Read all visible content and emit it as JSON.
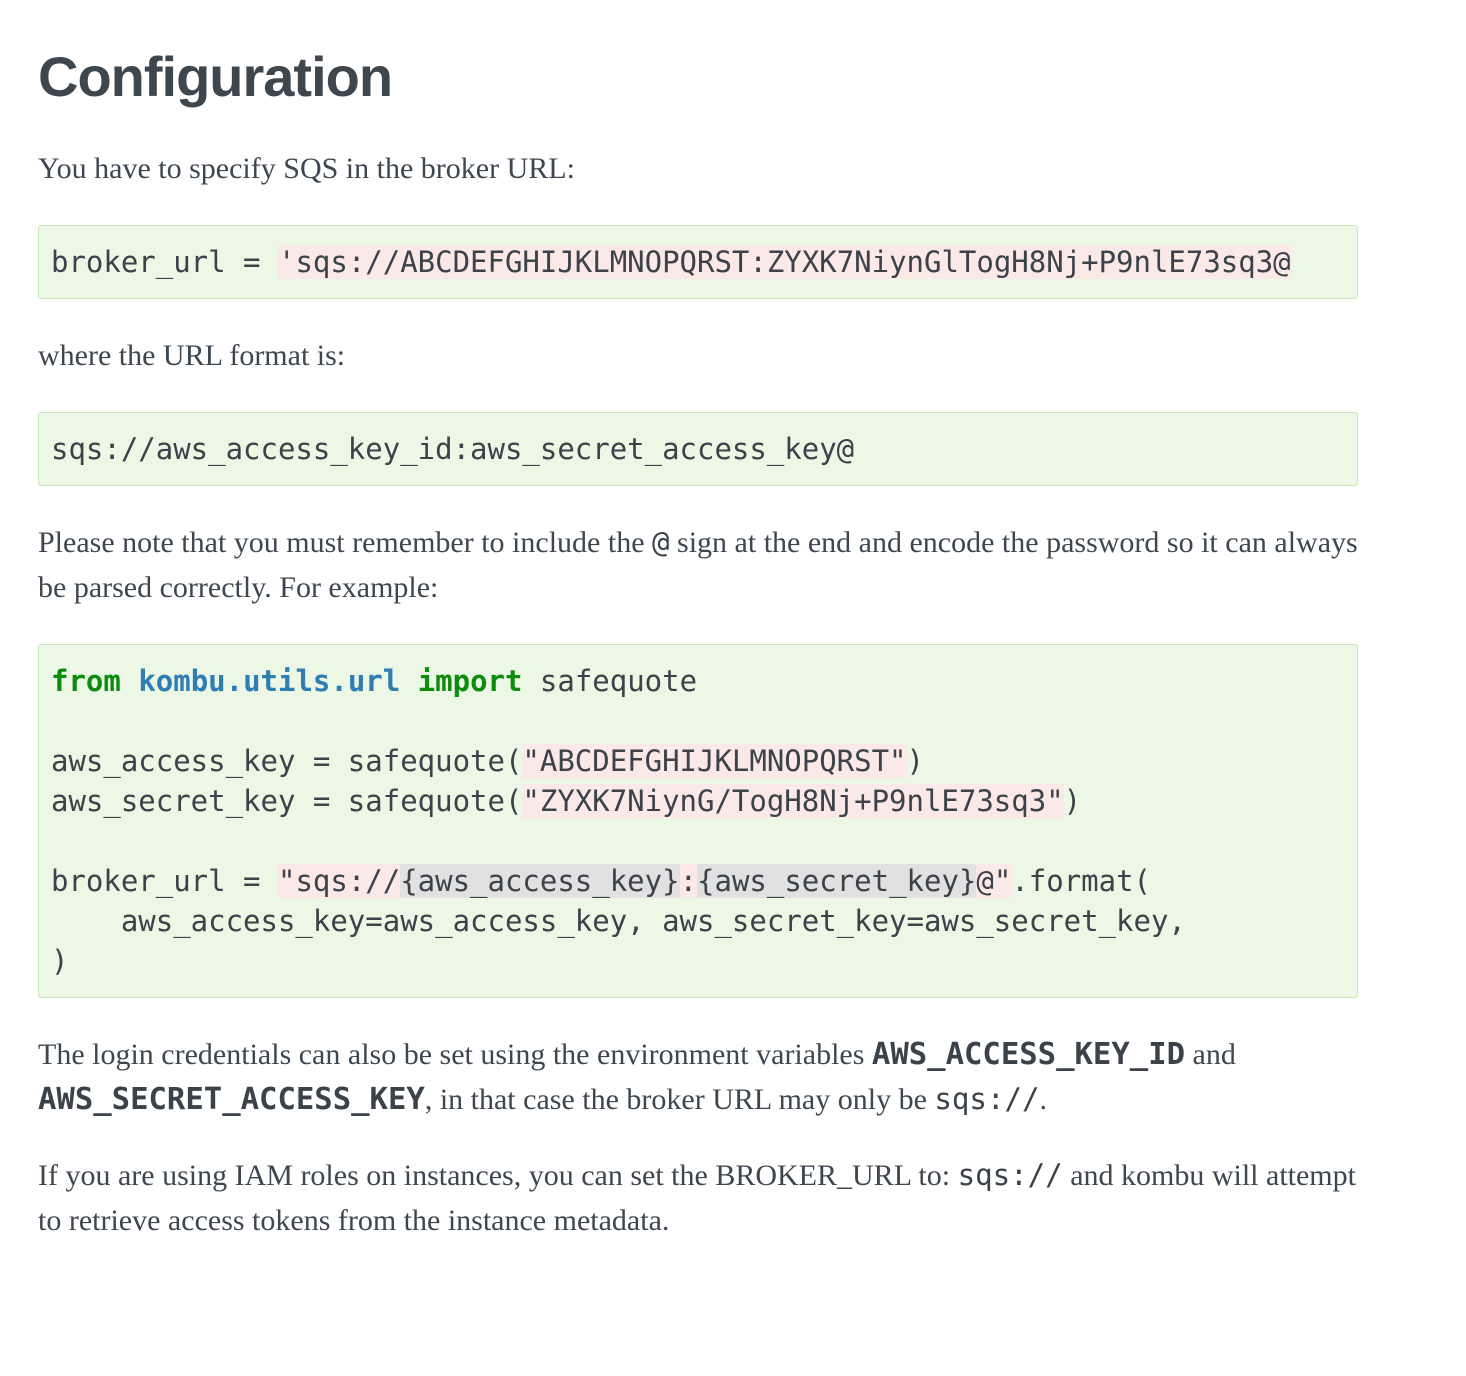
{
  "page": {
    "title": "Configuration"
  },
  "paragraphs": {
    "intro": "You have to specify SQS in the broker URL:",
    "url_format": "where the URL format is:",
    "note": [
      [
        "p",
        "Please note that you must remember to include the "
      ],
      [
        "c",
        "@"
      ],
      [
        "p",
        " sign at the end and encode the password so it can always be parsed correctly. For example:"
      ]
    ],
    "credentials": [
      [
        "p",
        "The login credentials can also be set using the environment variables "
      ],
      [
        "cb",
        "AWS_ACCESS_KEY_ID"
      ],
      [
        "p",
        " and "
      ],
      [
        "cb",
        "AWS_SECRET_ACCESS_KEY"
      ],
      [
        "p",
        ", in that case the broker URL may only be "
      ],
      [
        "c",
        "sqs://"
      ],
      [
        "p",
        "."
      ]
    ],
    "iam": [
      [
        "p",
        "If you are using IAM roles on instances, you can set the BROKER_URL to: "
      ],
      [
        "c",
        "sqs://"
      ],
      [
        "p",
        " and kombu will attempt to retrieve access tokens from the instance metadata."
      ]
    ]
  },
  "code_blocks": {
    "broker_url_example": [
      [
        "p",
        "broker_url = "
      ],
      [
        "str",
        "'sqs://ABCDEFGHIJKLMNOPQRST:ZYXK7NiynGlTogH8Nj+P9nlE73sq3@"
      ]
    ],
    "url_format": [
      [
        "p",
        "sqs://aws_access_key_id:aws_secret_access_key@"
      ]
    ],
    "safequote_example": [
      [
        "kw",
        "from"
      ],
      [
        "p",
        " "
      ],
      [
        "mod",
        "kombu.utils.url"
      ],
      [
        "p",
        " "
      ],
      [
        "kw",
        "import"
      ],
      [
        "p",
        " safequote\n\naws_access_key = safequote("
      ],
      [
        "str",
        "\"ABCDEFGHIJKLMNOPQRST\""
      ],
      [
        "p",
        ")\naws_secret_key = safequote("
      ],
      [
        "str",
        "\"ZYXK7NiynG/TogH8Nj+P9nlE73sq3\""
      ],
      [
        "p",
        ")\n\nbroker_url = "
      ],
      [
        "str",
        "\"sqs://"
      ],
      [
        "int",
        "{aws_access_key}"
      ],
      [
        "str",
        ":"
      ],
      [
        "int",
        "{aws_secret_key}"
      ],
      [
        "str",
        "@\""
      ],
      [
        "p",
        ".format(\n    aws_access_key=aws_access_key, aws_secret_key=aws_secret_key,\n)"
      ]
    ]
  },
  "colors": {
    "code_block_bg": "#ecf8e5",
    "code_block_border": "#c8e7ba",
    "string_highlight_bg": "#fbe9e7",
    "interpolation_highlight_bg": "#e1e1e1",
    "keyword_green": "#0e8c0e",
    "module_blue": "#2e7eb3",
    "body_text": "#3e4750"
  }
}
